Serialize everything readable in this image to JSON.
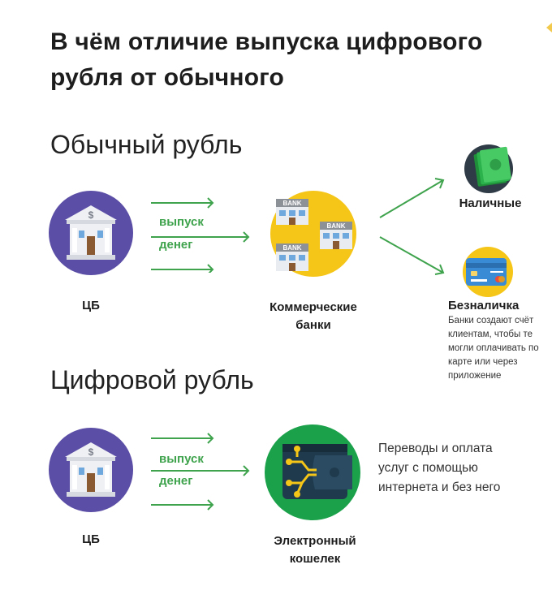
{
  "title": "В чём отличие выпуска цифрового рубля от обычного",
  "sections": {
    "regular": {
      "heading": "Обычный рубль",
      "cb_label": "ЦБ",
      "flow_label_line1": "выпуск",
      "flow_label_line2": "денег",
      "banks_label_line1": "Коммерческие",
      "banks_label_line2": "банки",
      "bank_sign": "BANK",
      "cash_label": "Наличные",
      "cashless_label": "Безналичка",
      "cashless_note": [
        "Банки создают счёт",
        "клиентам, чтобы те",
        "могли оплачивать по",
        "карте или через",
        "приложение"
      ]
    },
    "digital": {
      "heading": "Цифровой рубль",
      "cb_label": "ЦБ",
      "flow_label_line1": "выпуск",
      "flow_label_line2": "денег",
      "wallet_label_line1": "Электронный",
      "wallet_label_line2": "кошелек",
      "wallet_note": [
        "Переводы и оплата",
        "услуг с помощью",
        "интернета и без него"
      ]
    }
  },
  "colors": {
    "arrow_green": "#3fa34d",
    "cb_circle": "#5b4ea6",
    "banks_circle": "#f5c518",
    "cash_circle": "#2f3b46",
    "card_circle": "#f5c518",
    "wallet_circle": "#1aa14a"
  },
  "icons": [
    "bank-building-icon",
    "commercial-banks-icon",
    "cash-bills-icon",
    "credit-card-icon",
    "digital-wallet-icon"
  ]
}
